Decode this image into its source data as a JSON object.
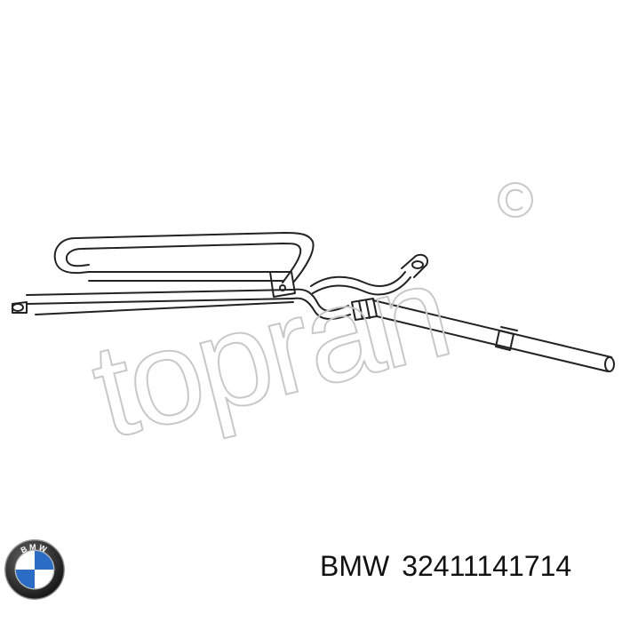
{
  "watermark": {
    "text": "topran",
    "copyright_symbol": "©",
    "color": "#c8c8c8"
  },
  "logo": {
    "brand": "BMW",
    "icon": "bmw-roundel-icon",
    "colors": {
      "blue": "#2b6cc4",
      "white": "#ffffff",
      "ring": "#1a1a1a"
    }
  },
  "caption": {
    "brand": "BMW",
    "part_number": "32411141714"
  },
  "drawing": {
    "subject": "power-steering-cooler-line-icon",
    "stroke_color": "#222222"
  }
}
